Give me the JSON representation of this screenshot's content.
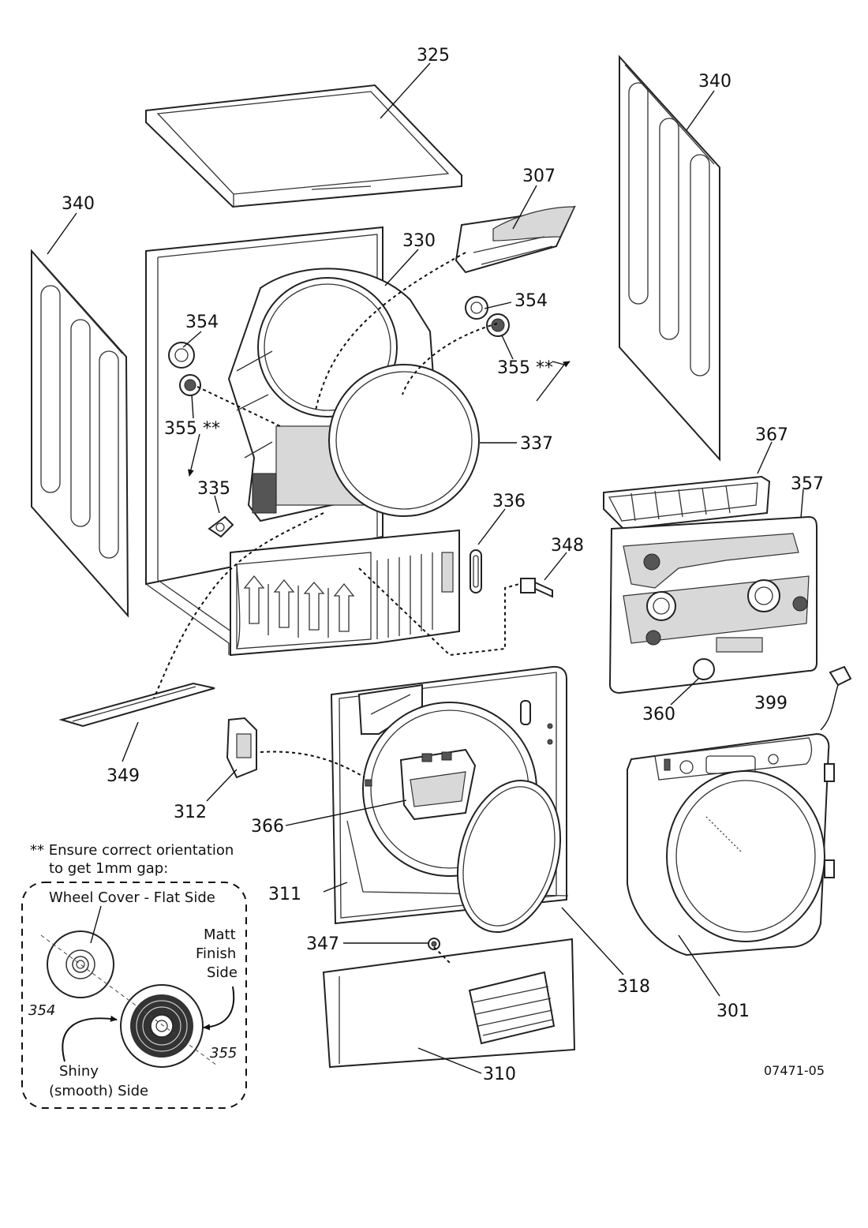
{
  "parts": {
    "top_cover": "325",
    "side_panel_right": "340",
    "side_panel_left": "340",
    "filter": "307",
    "drum_front": "330",
    "wheel_cover_left": "354",
    "wheel_left": "355 **",
    "wheel_cover_right": "354",
    "wheel_right": "355 **",
    "door_seal": "337",
    "bracket": "335",
    "filter_housing_latch": "336",
    "plinth_screw": "348",
    "fascia_top": "367",
    "control_board": "357",
    "knob": "360",
    "connector": "399",
    "plinth_strip": "349",
    "hinge": "312",
    "door_handle": "366",
    "front_panel": "311",
    "foot": "347",
    "door_frame": "318",
    "console_door": "301",
    "kickplate": "310"
  },
  "note": {
    "line1": "** Ensure correct orientation",
    "line2": "to get 1mm gap:",
    "wheel_cover_flat": "Wheel Cover - Flat Side",
    "matt1": "Matt",
    "matt2": "Finish",
    "matt3": "Side",
    "shiny1": "Shiny",
    "shiny2": "(smooth) Side",
    "n354": "354",
    "n355": "355"
  },
  "drawing_code": "07471-05"
}
